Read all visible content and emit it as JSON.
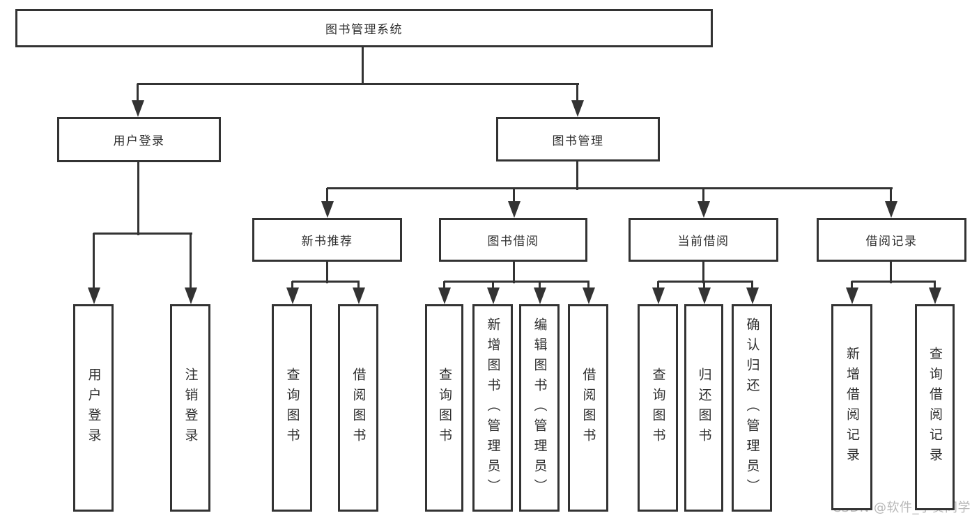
{
  "diagram": {
    "title": "图书管理系统",
    "nodes": [
      {
        "id": "root",
        "label": "图书管理系统",
        "level": 1,
        "parent": null
      },
      {
        "id": "user-login",
        "label": "用户登录",
        "level": 2,
        "parent": "root"
      },
      {
        "id": "book-mgmt",
        "label": "图书管理",
        "level": 2,
        "parent": "root"
      },
      {
        "id": "new-book-rec",
        "label": "新书推荐",
        "level": 3,
        "parent": "book-mgmt"
      },
      {
        "id": "book-borrow",
        "label": "图书借阅",
        "level": 3,
        "parent": "book-mgmt"
      },
      {
        "id": "current-borrow",
        "label": "当前借阅",
        "level": 3,
        "parent": "book-mgmt"
      },
      {
        "id": "borrow-records",
        "label": "借阅记录",
        "level": 3,
        "parent": "book-mgmt"
      },
      {
        "id": "user-login-action",
        "label": "用户登录",
        "level": 4,
        "parent": "user-login"
      },
      {
        "id": "logout-action",
        "label": "注销登录",
        "level": 4,
        "parent": "user-login"
      },
      {
        "id": "query-books-rec",
        "label": "查询图书",
        "level": 4,
        "parent": "new-book-rec"
      },
      {
        "id": "borrow-books-rec",
        "label": "借阅图书",
        "level": 4,
        "parent": "new-book-rec"
      },
      {
        "id": "query-books-borrow",
        "label": "查询图书",
        "level": 4,
        "parent": "book-borrow"
      },
      {
        "id": "add-books-admin",
        "label": "新增图书（管理员）",
        "level": 4,
        "parent": "book-borrow"
      },
      {
        "id": "edit-books-admin",
        "label": "编辑图书（管理员）",
        "level": 4,
        "parent": "book-borrow"
      },
      {
        "id": "borrow-books",
        "label": "借阅图书",
        "level": 4,
        "parent": "book-borrow"
      },
      {
        "id": "query-books-current",
        "label": "查询图书",
        "level": 4,
        "parent": "current-borrow"
      },
      {
        "id": "return-books",
        "label": "归还图书",
        "level": 4,
        "parent": "current-borrow"
      },
      {
        "id": "confirm-return-admin",
        "label": "确认归还（管理员）",
        "level": 4,
        "parent": "current-borrow"
      },
      {
        "id": "add-borrow-record",
        "label": "新增借阅记录",
        "level": 4,
        "parent": "borrow-records"
      },
      {
        "id": "query-borrow-record",
        "label": "查询借阅记录",
        "level": 4,
        "parent": "borrow-records"
      }
    ]
  },
  "watermark": {
    "text": "CSDN @软件_小贺同学"
  },
  "colors": {
    "line": "#333333",
    "box_border": "#333333",
    "text": "#2e2e2e",
    "background": "#ffffff",
    "watermark": "#b8b8b8"
  }
}
